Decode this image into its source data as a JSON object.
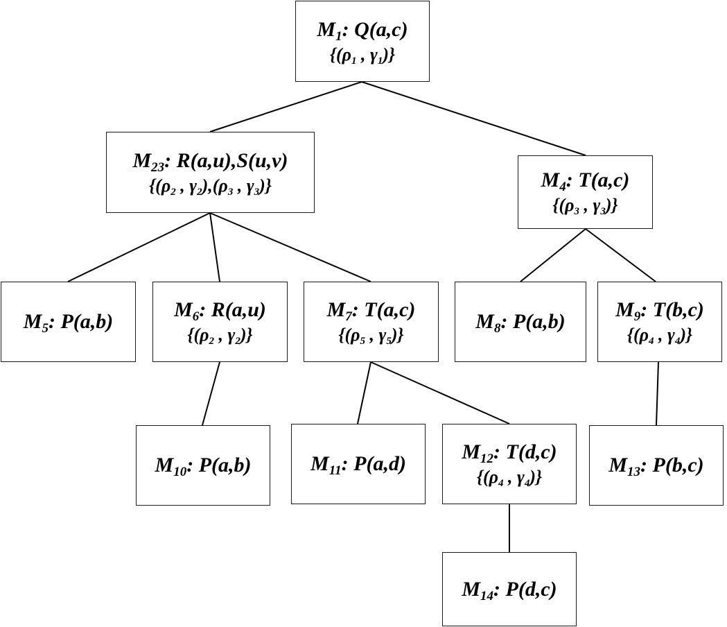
{
  "nodes": {
    "m1": {
      "label_letter": "M",
      "label_sub": "1",
      "formula": "Q(a,c)",
      "pairs": [
        {
          "r": "1",
          "g": "1"
        }
      ]
    },
    "m23": {
      "label_letter": "M",
      "label_sub": "23",
      "formula": "R(a,u),S(u,v)",
      "pairs": [
        {
          "r": "2",
          "g": "2"
        },
        {
          "r": "3",
          "g": "3"
        }
      ]
    },
    "m4": {
      "label_letter": "M",
      "label_sub": "4",
      "formula": "T(a,c)",
      "pairs": [
        {
          "r": "3",
          "g": "3"
        }
      ]
    },
    "m5": {
      "label_letter": "M",
      "label_sub": "5",
      "formula": "P(a,b)"
    },
    "m6": {
      "label_letter": "M",
      "label_sub": "6",
      "formula": "R(a,u)",
      "pairs": [
        {
          "r": "2",
          "g": "2"
        }
      ]
    },
    "m7": {
      "label_letter": "M",
      "label_sub": "7",
      "formula": "T(a,c)",
      "pairs": [
        {
          "r": "5",
          "g": "5"
        }
      ]
    },
    "m8": {
      "label_letter": "M",
      "label_sub": "8",
      "formula": "P(a,b)"
    },
    "m9": {
      "label_letter": "M",
      "label_sub": "9",
      "formula": "T(b,c)",
      "pairs": [
        {
          "r": "4",
          "g": "4"
        }
      ]
    },
    "m10": {
      "label_letter": "M",
      "label_sub": "10",
      "formula": "P(a,b)"
    },
    "m11": {
      "label_letter": "M",
      "label_sub": "11",
      "formula": "P(a,d)"
    },
    "m12": {
      "label_letter": "M",
      "label_sub": "12",
      "formula": "T(d,c)",
      "pairs": [
        {
          "r": "4",
          "g": "4"
        }
      ]
    },
    "m13": {
      "label_letter": "M",
      "label_sub": "13",
      "formula": "P(b,c)"
    },
    "m14": {
      "label_letter": "M",
      "label_sub": "14",
      "formula": "P(d,c)"
    }
  },
  "symbols": {
    "rho": "ρ",
    "gamma": "γ",
    "open": "{",
    "close": "}",
    "sep": ": "
  },
  "edges": [
    [
      "m1",
      "m23"
    ],
    [
      "m1",
      "m4"
    ],
    [
      "m23",
      "m5"
    ],
    [
      "m23",
      "m6"
    ],
    [
      "m23",
      "m7"
    ],
    [
      "m4",
      "m8"
    ],
    [
      "m4",
      "m9"
    ],
    [
      "m6",
      "m10"
    ],
    [
      "m7",
      "m11"
    ],
    [
      "m7",
      "m12"
    ],
    [
      "m9",
      "m13"
    ],
    [
      "m12",
      "m14"
    ]
  ]
}
